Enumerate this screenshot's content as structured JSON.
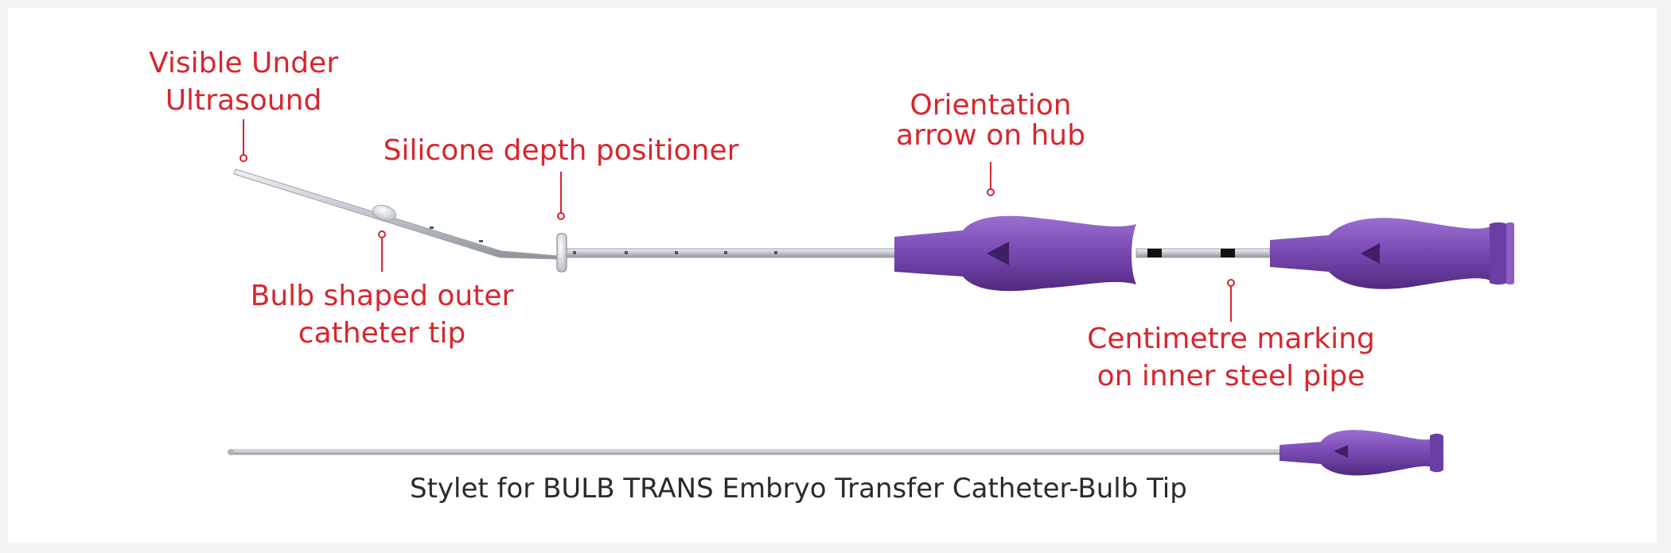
{
  "labels": {
    "ultrasound": [
      "Visible Under",
      "Ultrasound"
    ],
    "silicone": [
      "Silicone depth positioner"
    ],
    "orientation": [
      "Orientation",
      "arrow on hub"
    ],
    "bulb": [
      "Bulb shaped outer",
      "catheter tip"
    ],
    "centimetre": [
      "Centimetre marking",
      "on inner steel pipe"
    ]
  },
  "caption": "Stylet for BULB TRANS Embryo Transfer Catheter-Bulb Tip",
  "colors": {
    "label_red": "#d7262e",
    "hub_purple": "#7b4cb5",
    "hub_purple_dark": "#5a3290",
    "steel": "#c9ccd1",
    "background": "#f2f2f2",
    "panel": "#ffffff"
  }
}
